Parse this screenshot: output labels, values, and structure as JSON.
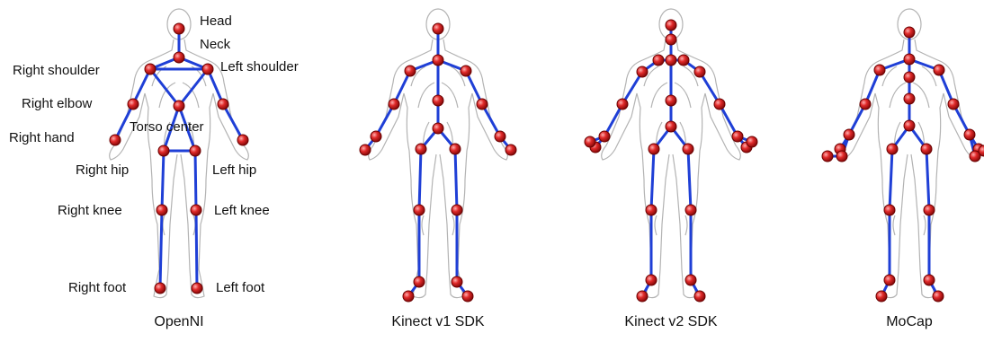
{
  "figure": {
    "panels": [
      {
        "id": "openni",
        "caption": "OpenNI",
        "joints": [
          "Head",
          "Neck",
          "Left shoulder",
          "Right shoulder",
          "Right elbow",
          "Torso center",
          "Right hand",
          "Right hip",
          "Left hip",
          "Right knee",
          "Left knee",
          "Right foot",
          "Left foot"
        ]
      },
      {
        "id": "kinect1",
        "caption": "Kinect v1 SDK"
      },
      {
        "id": "kinect2",
        "caption": "Kinect v2 SDK"
      },
      {
        "id": "mocap",
        "caption": "MoCap"
      }
    ],
    "colors": {
      "bone": "#1f3fd6",
      "joint_fill": "#d42020",
      "joint_edge": "#6a0000",
      "body_outline": "#9a9a9a"
    }
  }
}
